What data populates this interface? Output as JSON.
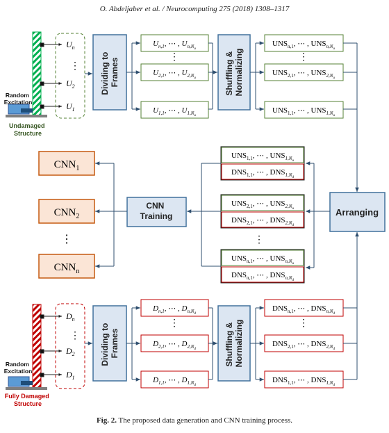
{
  "header": {
    "authors": "O. Abdeljaber et al.",
    "journal": "Neurocomputing 275 (2018) 1308–1317"
  },
  "caption": {
    "label": "Fig. 2.",
    "text": "The proposed data generation and CNN training process."
  },
  "colors": {
    "box_fill": "#dce6f2",
    "box_border": "#41719c",
    "green_border": "#548235",
    "red_border": "#c00000",
    "cnn_fill": "#fbe5d6",
    "cnn_border": "#c55a11",
    "arrow": "#2f4f6f",
    "hatch_green": "#00b050",
    "hatch_red": "#c00000",
    "dark_label_green": "#385723",
    "dark_label_red": "#c00000"
  },
  "top": {
    "structure_label": [
      "Undamaged",
      "Structure"
    ],
    "excitation_label": [
      "Random",
      "Excitation"
    ],
    "signals": [
      {
        "base": "U",
        "sub": "n"
      },
      {
        "base": "U",
        "sub": "2"
      },
      {
        "base": "U",
        "sub": "1"
      }
    ],
    "divide_label": [
      "Dividing to",
      "Frames"
    ],
    "frames": [
      {
        "base": "U",
        "sub": "n,1",
        "base2": "U",
        "sub2": "n,N",
        "subsub": "u"
      },
      {
        "base": "U",
        "sub": "2,1",
        "base2": "U",
        "sub2": "2,N",
        "subsub": "u"
      },
      {
        "base": "U",
        "sub": "1,1",
        "base2": "U",
        "sub2": "1,N",
        "subsub": "u"
      }
    ],
    "shuffle_label": [
      "Shuffling &",
      "Normalizing"
    ],
    "norm": [
      {
        "base": "UNS",
        "sub": "n,1",
        "sub2": "n,N",
        "subsub": "u"
      },
      {
        "base": "UNS",
        "sub": "2,1",
        "sub2": "2,N",
        "subsub": "u"
      },
      {
        "base": "UNS",
        "sub": "1,1",
        "sub2": "1,N",
        "subsub": "u"
      }
    ]
  },
  "bottom": {
    "structure_label": [
      "Fully Damaged",
      "Structure"
    ],
    "excitation_label": [
      "Random",
      "Excitation"
    ],
    "signals": [
      {
        "base": "D",
        "sub": "n"
      },
      {
        "base": "D",
        "sub": "2"
      },
      {
        "base": "D",
        "sub": "1"
      }
    ],
    "divide_label": [
      "Dividing to",
      "Frames"
    ],
    "frames": [
      {
        "base": "D",
        "sub": "n,1",
        "base2": "D",
        "sub2": "n,N",
        "subsub": "d"
      },
      {
        "base": "D",
        "sub": "2,1",
        "base2": "D",
        "sub2": "2,N",
        "subsub": "d"
      },
      {
        "base": "D",
        "sub": "1,1",
        "base2": "D",
        "sub2": "1,N",
        "subsub": "d"
      }
    ],
    "shuffle_label": [
      "Shuffling &",
      "Normalizing"
    ],
    "norm": [
      {
        "base": "DNS",
        "sub": "n,1",
        "sub2": "n,N",
        "subsub": "d"
      },
      {
        "base": "DNS",
        "sub": "2,1",
        "sub2": "2,N",
        "subsub": "d"
      },
      {
        "base": "DNS",
        "sub": "1,1",
        "sub2": "1,N",
        "subsub": "d"
      }
    ]
  },
  "middle": {
    "arranging_label": "Arranging",
    "training_label": [
      "CNN",
      "Training"
    ],
    "cnns": [
      {
        "base": "CNN",
        "sub": "1"
      },
      {
        "base": "CNN",
        "sub": "2"
      },
      {
        "base": "CNN",
        "sub": "n"
      }
    ],
    "pairs": [
      {
        "u": {
          "base": "UNS",
          "sub": "1,1",
          "sub2": "1,N",
          "subsub": "u"
        },
        "d": {
          "base": "DNS",
          "sub": "1,1",
          "sub2": "1,N",
          "subsub": "d"
        }
      },
      {
        "u": {
          "base": "UNS",
          "sub": "2,1",
          "sub2": "2,N",
          "subsub": "u"
        },
        "d": {
          "base": "DNS",
          "sub": "2,1",
          "sub2": "2,N",
          "subsub": "d"
        }
      },
      {
        "u": {
          "base": "UNS",
          "sub": "n,1",
          "sub2": "n,N",
          "subsub": "u"
        },
        "d": {
          "base": "DNS",
          "sub": "n,1",
          "sub2": "n,N",
          "subsub": "d"
        }
      }
    ],
    "separator": ", ⋯ , ",
    "vdots": "⋮"
  }
}
